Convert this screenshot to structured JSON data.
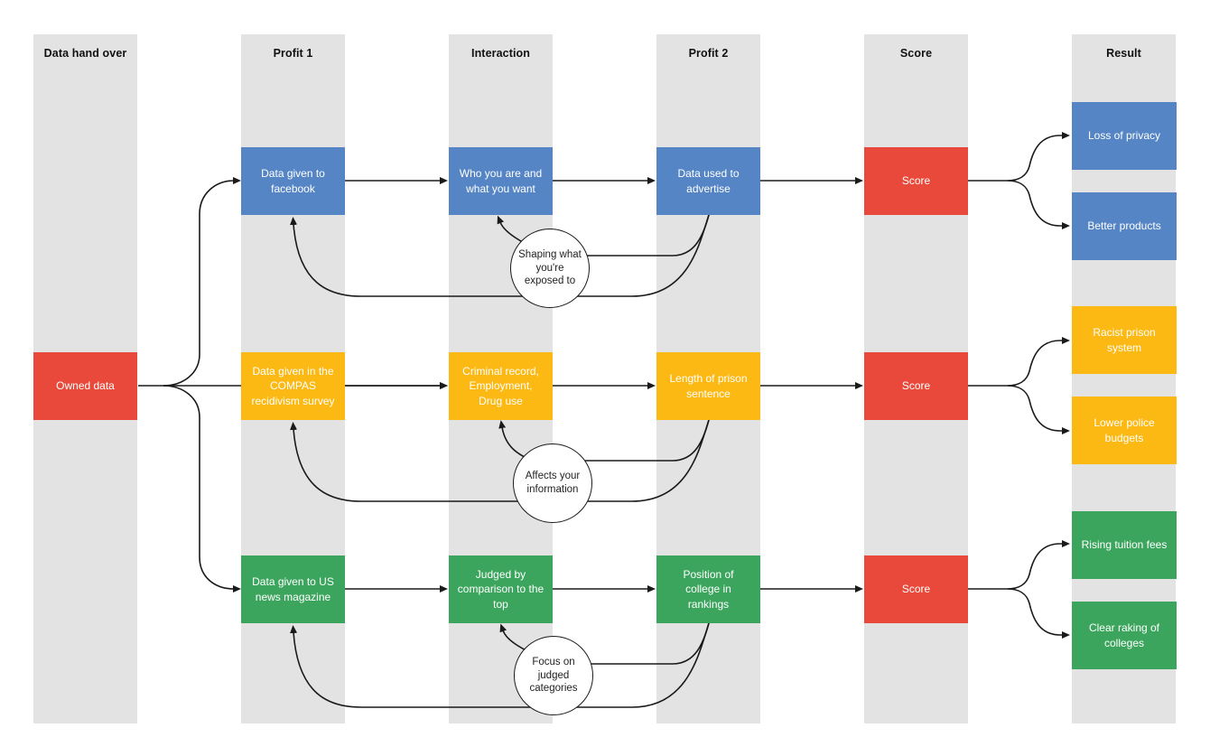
{
  "columns": [
    {
      "id": "data-hand-over",
      "label": "Data hand over"
    },
    {
      "id": "profit-1",
      "label": "Profit 1"
    },
    {
      "id": "interaction",
      "label": "Interaction"
    },
    {
      "id": "profit-2",
      "label": "Profit 2"
    },
    {
      "id": "score",
      "label": "Score"
    },
    {
      "id": "result",
      "label": "Result"
    }
  ],
  "source": {
    "label": "Owned data"
  },
  "rows": [
    {
      "name": "facebook",
      "color": "#5585c5",
      "profit1": "Data given to facebook",
      "interaction": "Who you are and what you want",
      "profit2": "Data used to advertise",
      "score": "Score",
      "loop": "Shaping what you're exposed to",
      "results": [
        "Loss of privacy",
        "Better products"
      ]
    },
    {
      "name": "compas",
      "color": "#fcb813",
      "profit1": "Data given in the COMPAS recidivism survey",
      "interaction": "Criminal record, Employment, Drug use",
      "profit2": "Length of prison sentence",
      "score": "Score",
      "loop": "Affects your information",
      "results": [
        "Racist prison system",
        "Lower police budgets"
      ]
    },
    {
      "name": "college",
      "color": "#3ca55d",
      "profit1": "Data given to US news magazine",
      "interaction": "Judged by comparison to the top",
      "profit2": "Position of college in rankings",
      "score": "Score",
      "loop": "Focus on judged categories",
      "results": [
        "Rising tuition fees",
        "Clear raking of colleges"
      ]
    }
  ],
  "colors": {
    "blue": "#5585c5",
    "yellow": "#fcb813",
    "green": "#3ca55d",
    "red": "#e8493b",
    "band": "#e3e3e3",
    "line": "#1a1a1a",
    "box_text": "#ffffff"
  }
}
